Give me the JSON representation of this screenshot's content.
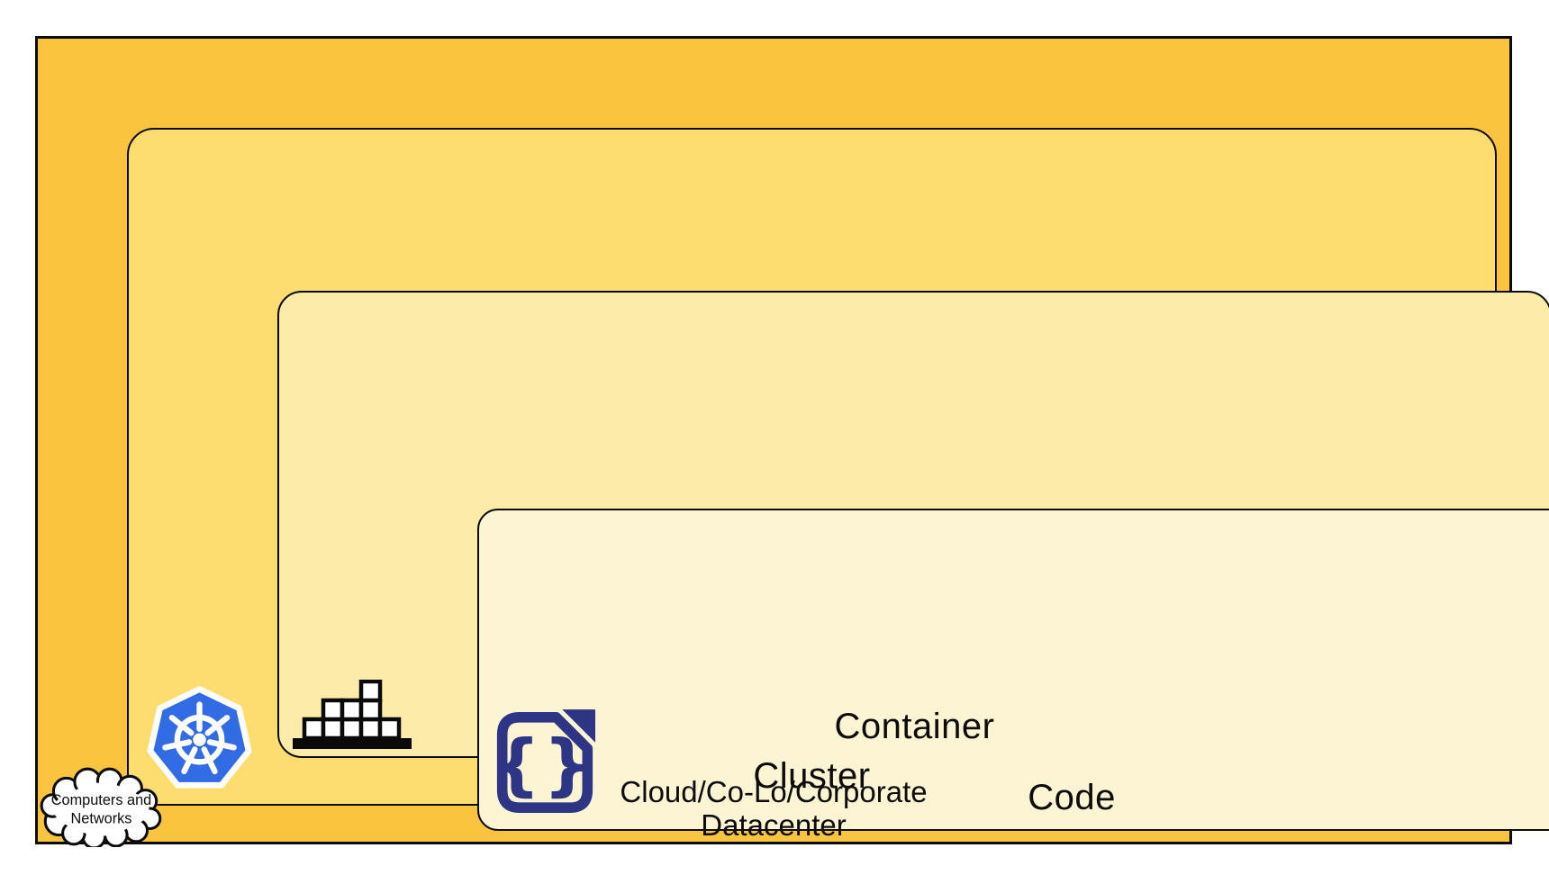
{
  "diagram": {
    "title_semantics": "nested abstraction layers",
    "layers": [
      {
        "id": "datacenter",
        "label_lines": [
          "Cloud/Co-Lo/Corporate",
          "Datacenter"
        ],
        "icon": "cloud-icon",
        "fill": "#FAC43E"
      },
      {
        "id": "cluster",
        "label": "Cluster",
        "icon": "kubernetes-helm-icon",
        "fill": "#FDDD6F"
      },
      {
        "id": "container",
        "label": "Container",
        "icon": "container-stack-icon",
        "fill": "#FDEBA9"
      },
      {
        "id": "code",
        "label": "Code",
        "icon": "code-file-icon",
        "fill": "#FDF4D4"
      }
    ],
    "cloud_callout": {
      "line1": "Computers and",
      "line2": "Networks"
    }
  },
  "colors": {
    "datacenter_fill": "#FAC43E",
    "cluster_fill": "#FDDD6F",
    "container_fill": "#FDEBA9",
    "code_fill": "#FDF4D4",
    "border": "#0c0c0c",
    "code_icon": "#2E3585",
    "kubernetes_blue": "#326CE5",
    "icon_white": "#FFFFFF",
    "container_icon_black": "#0A0A0A"
  }
}
